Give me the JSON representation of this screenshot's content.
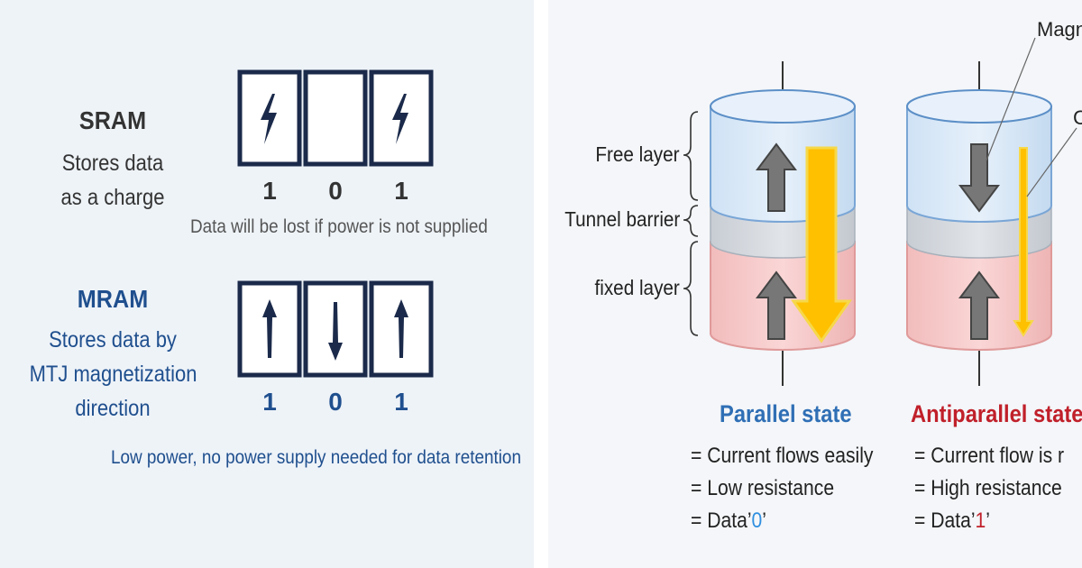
{
  "sram": {
    "title": "SRAM",
    "desc_lines": [
      "Stores data",
      "as a charge"
    ],
    "bits": [
      "1",
      "0",
      "1"
    ],
    "note": "Data will be lost if power is not supplied"
  },
  "mram": {
    "title": "MRAM",
    "desc_lines": [
      "Stores data by",
      "MTJ magnetization",
      "direction"
    ],
    "bits": [
      "1",
      "0",
      "1"
    ],
    "note": "Low power, no power supply needed for data retention"
  },
  "layers": {
    "free": "Free layer",
    "tunnel": "Tunnel barrier",
    "fixed": "fixed layer"
  },
  "callouts": {
    "magnetization": "Magn",
    "current": "C"
  },
  "parallel": {
    "title": "Parallel state",
    "line1": "= Current flows easily",
    "line2": "= Low resistance",
    "line3_prefix": "= Data’0’",
    "data_pre": "= Data’",
    "data_digit": "0",
    "data_post": "’"
  },
  "antiparallel": {
    "title": "Antiparallel state",
    "line1": "= Current flow is r",
    "line2": "= High resistance",
    "data_pre": "= Data’",
    "data_digit": "1",
    "data_post": "’"
  },
  "colors": {
    "navy": "#1b2a4a",
    "mram_blue": "#1f4f8e",
    "parallel_blue": "#2f6fb5",
    "antiparallel_red": "#c0202a",
    "current_yellow": "#ffc000"
  }
}
